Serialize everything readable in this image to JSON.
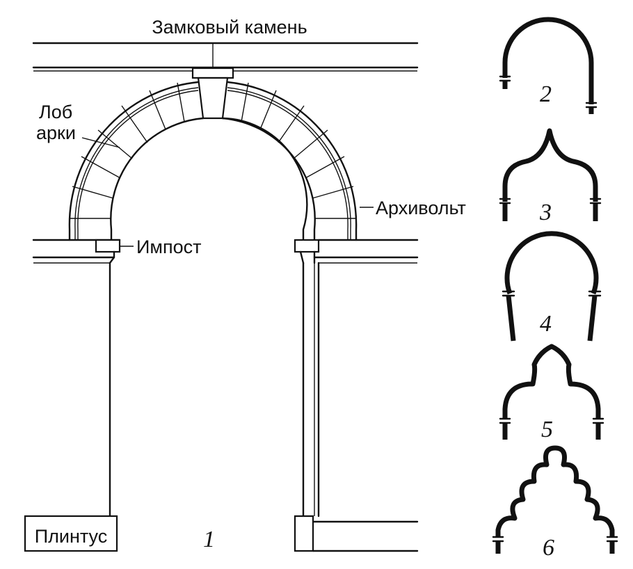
{
  "labels": {
    "keystone": "Замковый камень",
    "arch_face": "Лоб\nарки",
    "arch_face_line1": "Лоб",
    "arch_face_line2": "арки",
    "archivolt": "Архивольт",
    "impost": "Импост",
    "plinth": "Плинтус"
  },
  "figure_numbers": [
    "1",
    "2",
    "3",
    "4",
    "5",
    "6"
  ]
}
